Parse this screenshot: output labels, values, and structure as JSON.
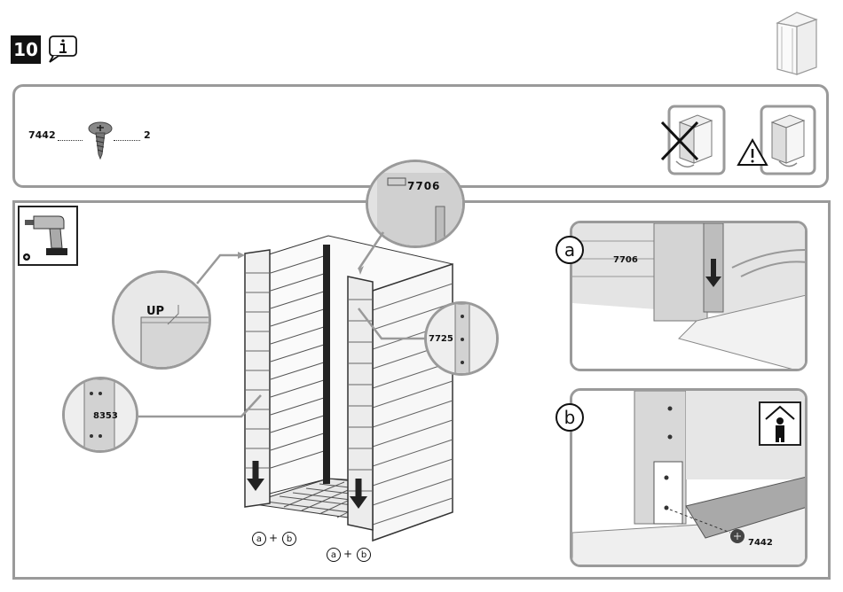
{
  "step": {
    "number": "10"
  },
  "parts": {
    "screw_code": "7442",
    "screw_qty": "2"
  },
  "callouts": {
    "mag_top": "7706",
    "mag_left_text": "UP",
    "mag_bottom_left": "8353",
    "mag_right": "7725"
  },
  "details": {
    "a": {
      "letter": "a",
      "part": "7706"
    },
    "b": {
      "letter": "b",
      "part": "7442"
    }
  },
  "bottom_refs": {
    "left": {
      "first": "a",
      "plus": "+",
      "second": "b"
    },
    "right": {
      "first": "a",
      "plus": "+",
      "second": "b"
    }
  }
}
